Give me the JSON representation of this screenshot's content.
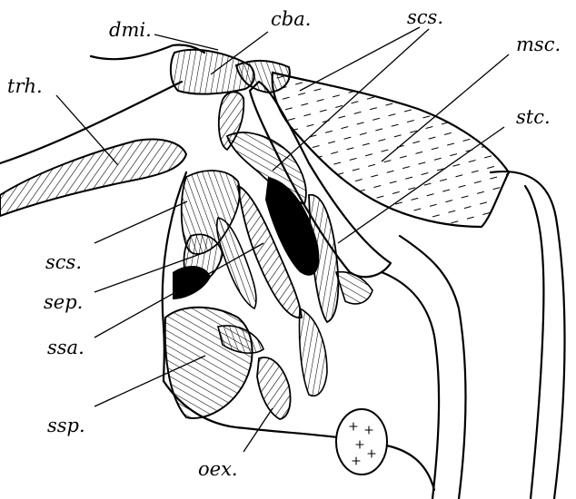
{
  "labels": {
    "dmi": "dmi.",
    "cba": "cba.",
    "scs_top": "scs.",
    "msc": "msc.",
    "trh": "trh.",
    "stc": "stc.",
    "scs_left": "scs.",
    "sep": "sep.",
    "ssa": "ssa.",
    "ssp": "ssp.",
    "oex": "oex."
  }
}
